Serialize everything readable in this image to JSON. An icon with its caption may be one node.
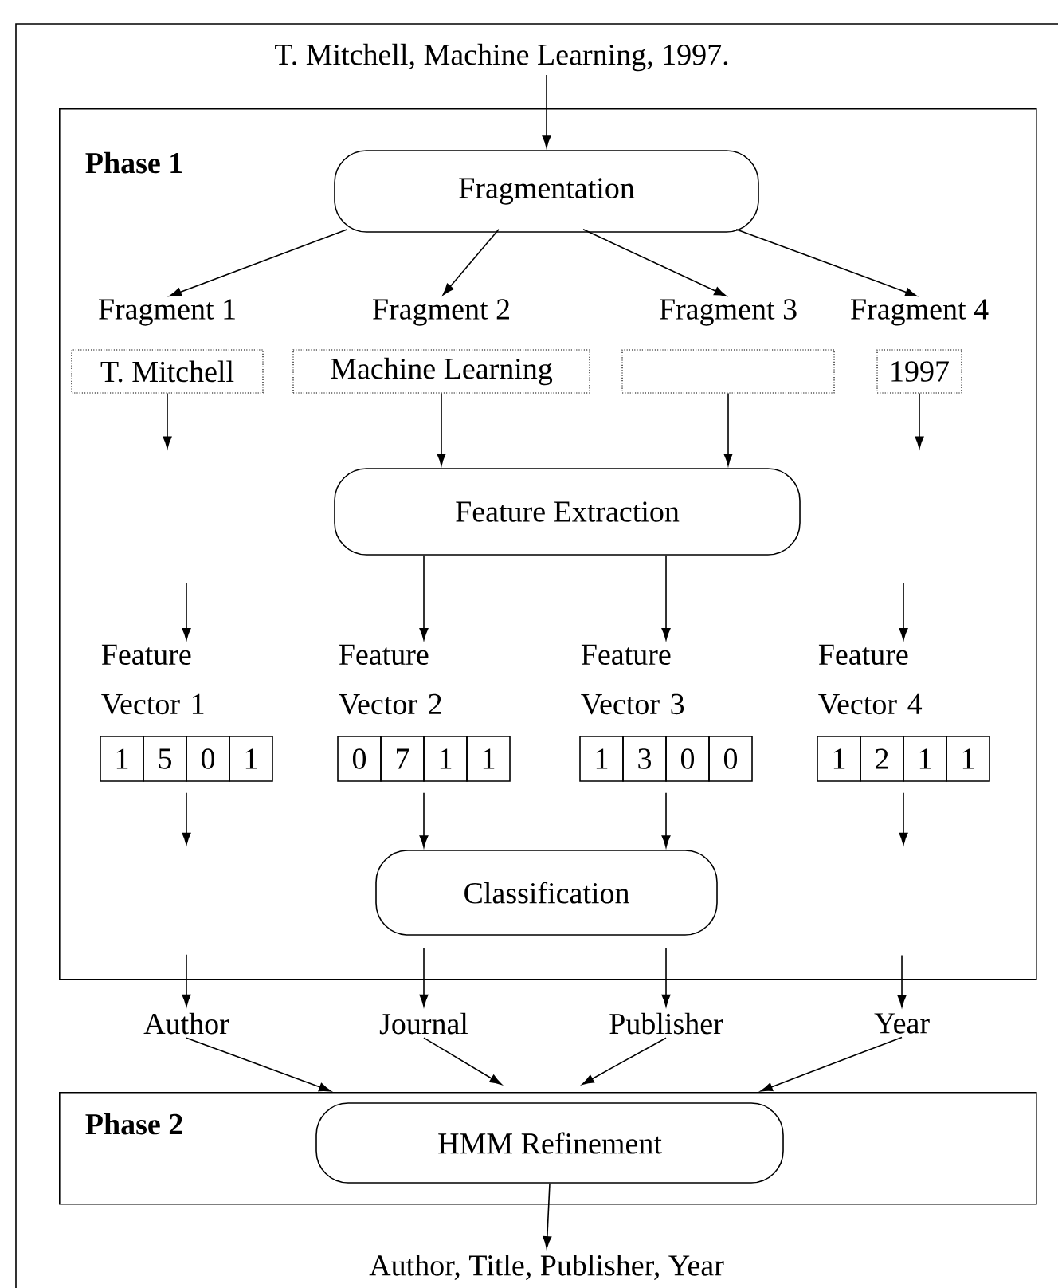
{
  "diagram": {
    "nodes": [
      {
        "text": [
          "T. Mitchell, Machine Learning, 1997."
        ]
      },
      {
        "text": [
          "Phase 1"
        ]
      },
      {
        "text": [
          "Fragmentation"
        ],
        "in": 1
      },
      {
        "text": [
          "Fragment 1",
          "T. Mitchell"
        ],
        "in": 1
      },
      {
        "text": [
          "Fragment 2",
          "Machine Learning"
        ],
        "in": 1
      },
      {
        "text": [
          "Fragment 3"
        ],
        "in": 1
      },
      {
        "text": [
          "Fragment 4",
          "1997"
        ],
        "in": 1
      },
      {
        "text": [
          "Feature Extraction"
        ],
        "in": 1
      },
      {
        "text": [
          "Feature Vector 1",
          "1",
          "5",
          "0",
          "1"
        ],
        "in": 1
      },
      {
        "text": [
          "Feature Vector 2",
          "0",
          "7",
          "1",
          "1"
        ],
        "in": 1
      },
      {
        "text": [
          "Feature Vector 3",
          "1",
          "3",
          "0",
          "0"
        ],
        "in": 1
      },
      {
        "text": [
          "Feature Vector 4",
          "1",
          "2",
          "1",
          "1"
        ],
        "in": 1
      },
      {
        "text": [
          "Classification"
        ],
        "in": 1
      },
      {
        "text": [
          "Author"
        ]
      },
      {
        "text": [
          "Journal"
        ]
      },
      {
        "text": [
          "Publisher"
        ]
      },
      {
        "text": [
          "Year"
        ]
      },
      {
        "text": [
          "Phase 2"
        ]
      },
      {
        "text": [
          "HMM Refinement"
        ],
        "in": 17
      },
      {
        "text": [
          "Author, Title, Publisher, Year"
        ]
      }
    ],
    "edges": [
      {
        "from": 0,
        "to": 2,
        "arrow": "to"
      },
      {
        "from": 2,
        "to": 3,
        "arrow": "to"
      },
      {
        "from": 2,
        "to": 4,
        "arrow": "to"
      },
      {
        "from": 2,
        "to": 5,
        "arrow": "to"
      },
      {
        "from": 2,
        "to": 6,
        "arrow": "to"
      },
      {
        "from": 3,
        "to": null,
        "arrow": "to"
      },
      {
        "from": 4,
        "to": 7,
        "arrow": "to"
      },
      {
        "from": 5,
        "to": 7,
        "arrow": "to"
      },
      {
        "from": 6,
        "to": null,
        "arrow": "to"
      },
      {
        "from": null,
        "to": 8,
        "arrow": "to"
      },
      {
        "from": 7,
        "to": 9,
        "arrow": "to"
      },
      {
        "from": 7,
        "to": 10,
        "arrow": "to"
      },
      {
        "from": null,
        "to": 11,
        "arrow": "to"
      },
      {
        "from": 8,
        "to": null,
        "arrow": "to"
      },
      {
        "from": 9,
        "to": 12,
        "arrow": "to"
      },
      {
        "from": 10,
        "to": 12,
        "arrow": "to"
      },
      {
        "from": 11,
        "to": null,
        "arrow": "to"
      },
      {
        "from": null,
        "to": 13,
        "arrow": "to"
      },
      {
        "from": 12,
        "to": 14,
        "arrow": "to"
      },
      {
        "from": 12,
        "to": 15,
        "arrow": "to"
      },
      {
        "from": null,
        "to": 16,
        "arrow": "to"
      },
      {
        "from": 13,
        "to": 18,
        "arrow": "to"
      },
      {
        "from": 14,
        "to": 18,
        "arrow": "to"
      },
      {
        "from": 15,
        "to": 18,
        "arrow": "to"
      },
      {
        "from": 16,
        "to": 18,
        "arrow": "to"
      },
      {
        "from": 18,
        "to": 19,
        "arrow": "to"
      }
    ]
  }
}
